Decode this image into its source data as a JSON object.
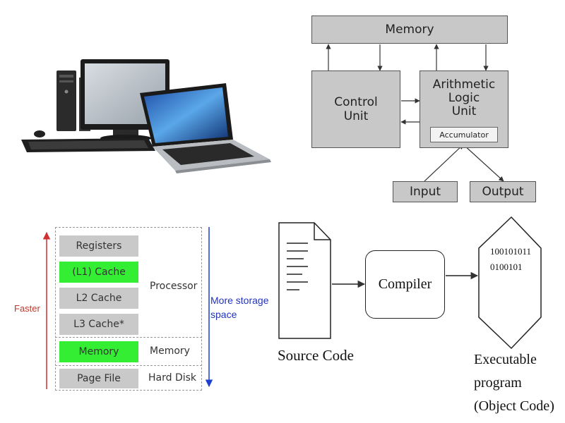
{
  "von_neumann": {
    "memory": "Memory",
    "control_unit": "Control\nUnit",
    "alu": "Arithmetic\nLogic\nUnit",
    "accumulator": "Accumulator",
    "input": "Input",
    "output": "Output"
  },
  "memory_hierarchy": {
    "levels": [
      {
        "label": "Registers",
        "highlight": false
      },
      {
        "label": "(L1) Cache",
        "highlight": true
      },
      {
        "label": "L2 Cache",
        "highlight": false
      },
      {
        "label": "L3 Cache*",
        "highlight": false
      },
      {
        "label": "Memory",
        "highlight": true
      },
      {
        "label": "Page File",
        "highlight": false
      }
    ],
    "group_labels": {
      "processor": "Processor",
      "memory": "Memory",
      "hard_disk": "Hard Disk"
    },
    "faster": "Faster",
    "more_storage": "More storage\nspace",
    "colors": {
      "faster_arrow": "#d03030",
      "storage_arrow": "#1f3fcf",
      "highlight": "#33ee33"
    }
  },
  "compiler": {
    "source_label": "Source Code",
    "compiler_label": "Compiler",
    "executable_label": "Executable\nprogram\n(Object Code)",
    "binary_line1": "100101011",
    "binary_line2": "0100101"
  }
}
